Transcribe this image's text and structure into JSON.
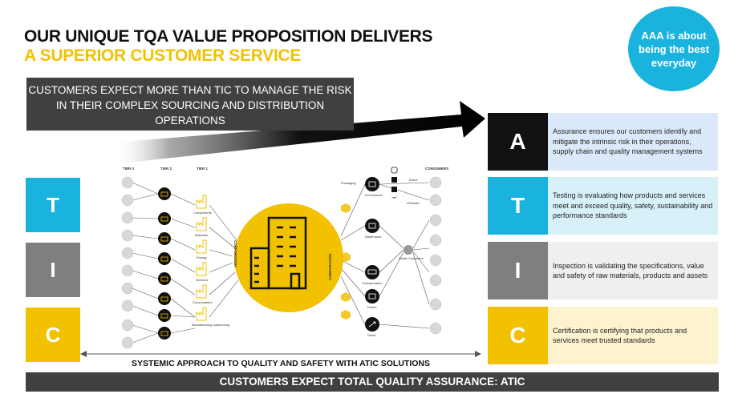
{
  "title": {
    "line1": "OUR UNIQUE TQA VALUE PROPOSITION DELIVERS",
    "line2": "A SUPERIOR CUSTOMER SERVICE"
  },
  "badge": {
    "text": "AAA is about being the best everyday"
  },
  "banner": {
    "text": "CUSTOMERS EXPECT MORE THAN TIC TO MANAGE THE RISK IN THEIR COMPLEX SOURCING AND DISTRIBUTION OPERATIONS"
  },
  "side_tiles": [
    {
      "letter": "T",
      "color": "#1ab3de"
    },
    {
      "letter": "I",
      "color": "#7f7f7f"
    },
    {
      "letter": "C",
      "color": "#f2c100"
    }
  ],
  "atic": [
    {
      "letter": "A",
      "letter_color": "#111111",
      "bg": "#dce9fb",
      "text": "Assurance ensures our customers identify and mitigate the intrinsic risk in their operations, supply chain and quality management systems"
    },
    {
      "letter": "T",
      "letter_color": "#1ab3de",
      "bg": "#d8f1f9",
      "text": "Testing is evaluating how products and services meet and exceed quality, safety, sustainability and performance standards"
    },
    {
      "letter": "I",
      "letter_color": "#7f7f7f",
      "bg": "#efefef",
      "text": "Inspection is validating the specifications, value and safety of raw materials, products and assets"
    },
    {
      "letter": "C",
      "letter_color": "#f2c100",
      "bg": "#fdf3cf",
      "text": "Certification is certifying that products and services meet trusted standards"
    }
  ],
  "diagram": {
    "tier_labels": [
      "TIER 3",
      "TIER 2",
      "TIER 1"
    ],
    "consumers_label": "CONSUMERS",
    "corporation_left": "CORPORATION",
    "corporation_right": "CORPORATION",
    "tier1_items": [
      "Components",
      "Materials",
      "Energy",
      "Services",
      "Consumables",
      "Manufacturing outsourcing"
    ],
    "channels": [
      "eCommerce",
      "Warehouse",
      "Transportation",
      "Dealer",
      "Direct"
    ],
    "packaging": "Packaging",
    "retail": "Retail Customers",
    "direct_small": "Direct",
    "eretailer": "eRetailer",
    "accent": "#f2c100"
  },
  "systemic": "SYSTEMIC APPROACH  TO QUALITY AND SAFETY WITH ATIC SOLUTIONS",
  "footer": "CUSTOMERS EXPECT TOTAL QUALITY ASSURANCE: ATIC"
}
